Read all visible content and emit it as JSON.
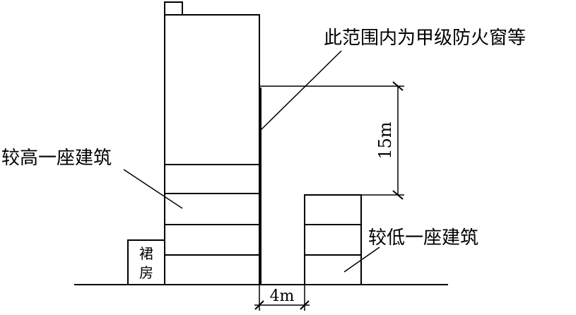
{
  "labels": {
    "fire_window_note": "此范围内为甲级防火窗等",
    "taller_building": "较高一座建筑",
    "lower_building": "较低一座建筑",
    "podium_line1": "裙",
    "podium_line2": "房",
    "height_dim": "15m",
    "gap_dim": "4m"
  },
  "colors": {
    "stroke": "#000000",
    "background": "#ffffff"
  }
}
